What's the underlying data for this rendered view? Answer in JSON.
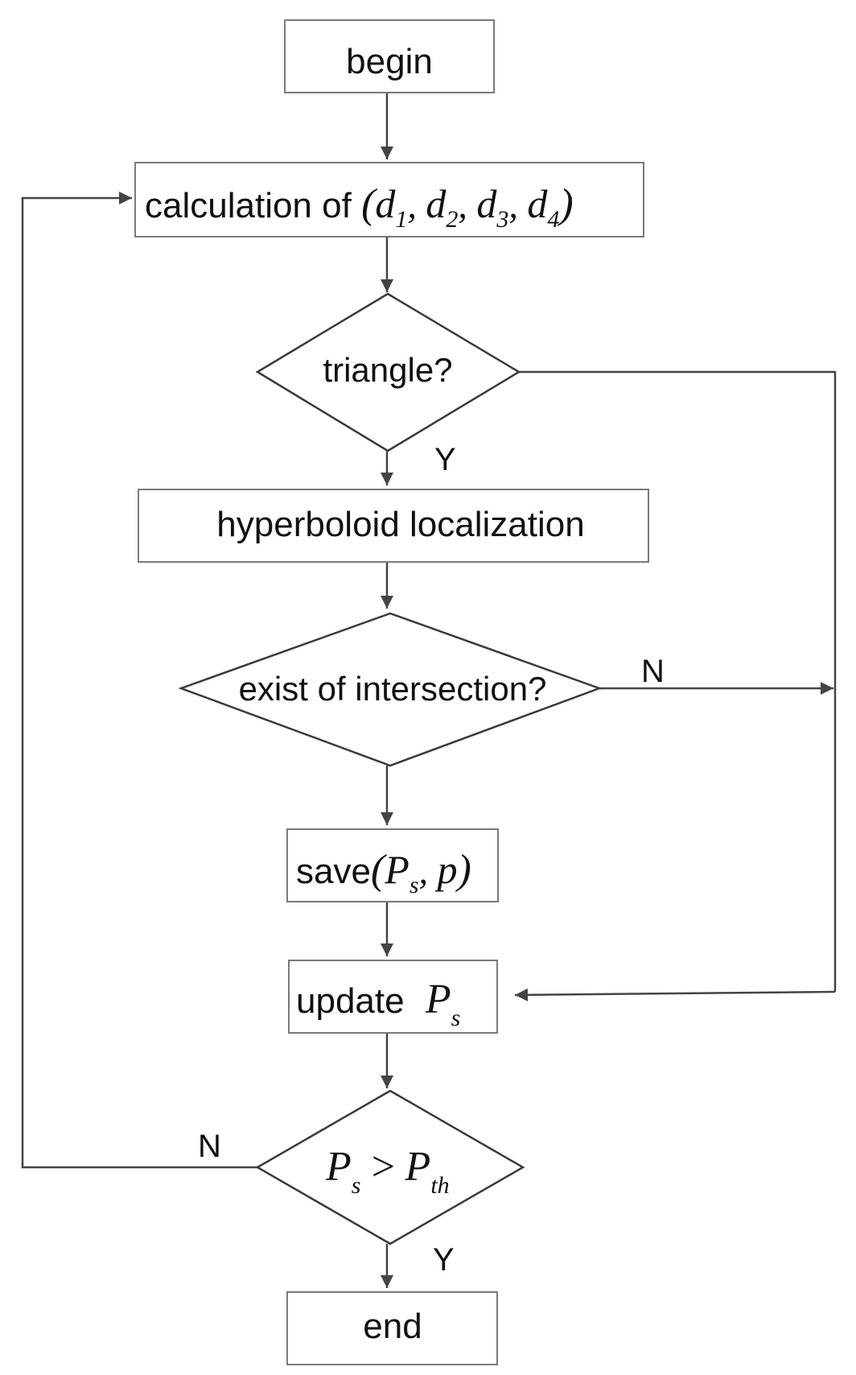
{
  "nodes": {
    "begin": "begin",
    "calc": {
      "prefix": "calculation of ",
      "var": "d",
      "subs": [
        "1",
        "2",
        "3",
        "4"
      ]
    },
    "triangle": "triangle?",
    "hyperboloid": "hyperboloid localization",
    "intersection": "exist of intersection?",
    "save": {
      "prefix": "save",
      "var1": "P",
      "sub1": "s",
      "var2": "p"
    },
    "update": {
      "prefix": "update ",
      "var": "P",
      "sub": "s"
    },
    "compare": {
      "var1": "P",
      "sub1": "s",
      "op": ">",
      "var2": "P",
      "sub2": "th"
    },
    "end": "end"
  },
  "edge_labels": {
    "triangle_yes": "Y",
    "intersection_no": "N",
    "compare_no": "N",
    "compare_yes": "Y"
  }
}
